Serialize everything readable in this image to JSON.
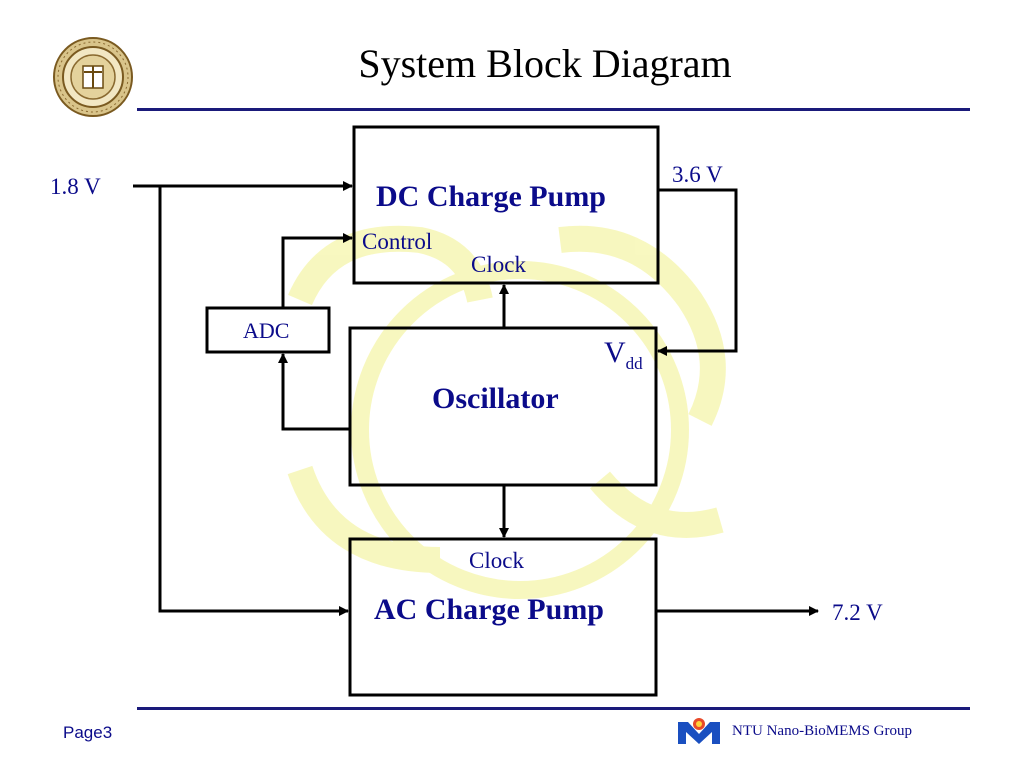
{
  "slide": {
    "title": "System Block Diagram",
    "footer_page": "Page3",
    "footer_group": "NTU Nano-BioMEMS Group"
  },
  "blocks": {
    "dc_charge_pump": {
      "label": "DC Charge Pump",
      "control": "Control",
      "clock": "Clock"
    },
    "adc": {
      "label": "ADC"
    },
    "oscillator": {
      "label": "Oscillator",
      "vdd_main": "V",
      "vdd_sub": "dd"
    },
    "ac_charge_pump": {
      "label": "AC Charge Pump",
      "clock": "Clock"
    }
  },
  "signals": {
    "input_voltage": "1.8 V",
    "dc_output_voltage": "3.6 V",
    "ac_output_voltage": "7.2 V"
  },
  "colors": {
    "text": "#0b0b8a",
    "rule": "#1a1a7a",
    "watermark": "#f2f28c"
  },
  "icons": {
    "seal": "university-seal-icon",
    "group_logo": "nano-biomems-logo-icon"
  }
}
